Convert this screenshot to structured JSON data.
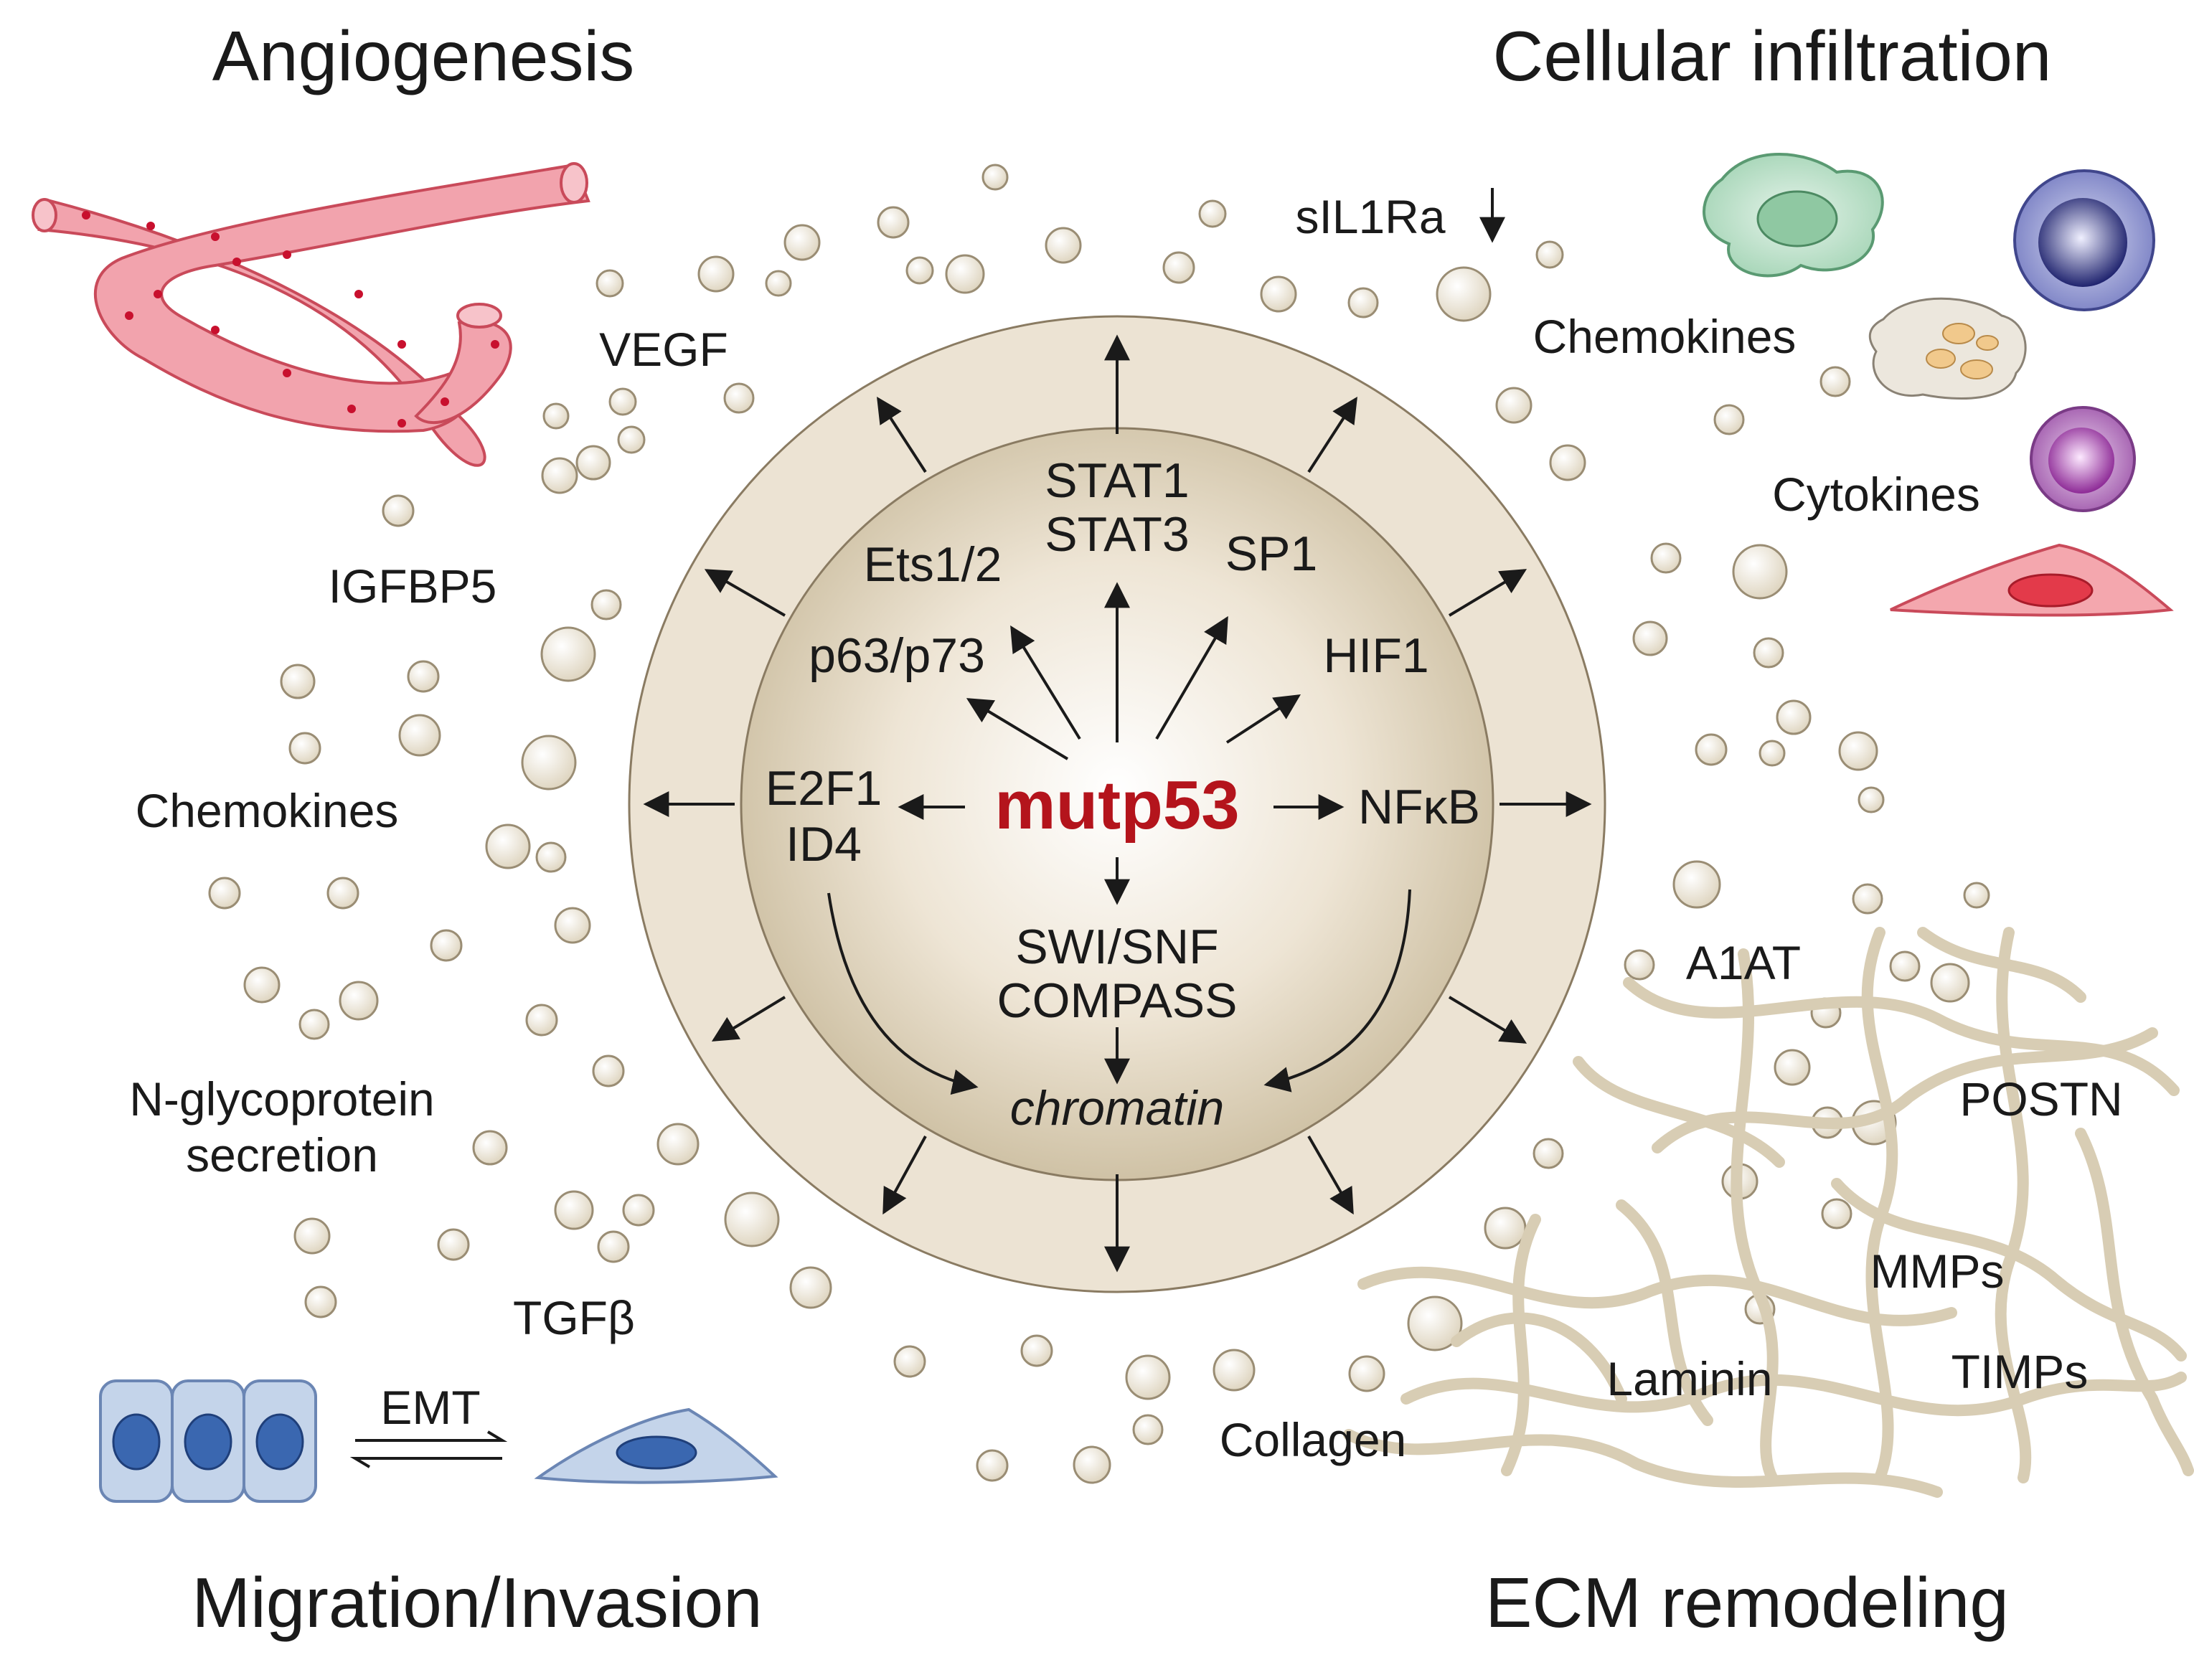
{
  "colors": {
    "outer_ring": "#ece3d3",
    "inner_core_highlight": "#ffffff",
    "inner_core_edge": "#cbbd9f",
    "mutp53": "#b4141c",
    "vessel": "#f2a3ad",
    "ecm_fiber": "#d8cdb4",
    "epithelial_cell": "#c4d4ea",
    "nucleus_blue": "#3a67b0"
  },
  "titles": {
    "angiogenesis": "Angiogenesis",
    "cellular_infiltration": "Cellular infiltration",
    "migration_invasion": "Migration/Invasion",
    "ecm_remodeling": "ECM remodeling"
  },
  "center": {
    "label": "mutp53"
  },
  "factors": {
    "stat1": "STAT1",
    "stat3": "STAT3",
    "ets": "Ets1/2",
    "sp1": "SP1",
    "p63p73": "p63/p73",
    "hif1": "HIF1",
    "e2f1": "E2F1",
    "id4": "ID4",
    "nfkb": "NFκB",
    "swisnf": "SWI/SNF",
    "compass": "COMPASS",
    "chromatin": "chromatin"
  },
  "secreted": {
    "vegf": "VEGF",
    "igfbp5": "IGFBP5",
    "chemokines_left": "Chemokines",
    "nglyco_line1": "N-glycoprotein",
    "nglyco_line2": "secretion",
    "tgfb": "TGFβ",
    "emt": "EMT",
    "sil1ra": "sIL1Ra",
    "chemokines_right": "Chemokines",
    "cytokines": "Cytokines",
    "a1at": "A1AT",
    "postn": "POSTN",
    "mmps": "MMPs",
    "timps": "TIMPs",
    "laminin": "Laminin",
    "collagen": "Collagen"
  }
}
